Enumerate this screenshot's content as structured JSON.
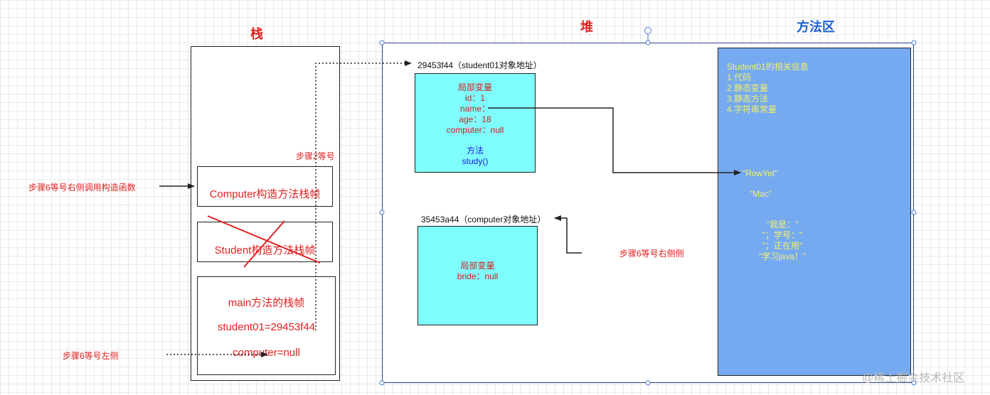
{
  "titles": {
    "stack": "栈",
    "heap": "堆",
    "method_area": "方法区"
  },
  "stack_frames": {
    "computer": "Computer构造方法栈帧",
    "student": "Student构造方法栈帧",
    "main_title": "main方法的栈帧",
    "main_student": "student01=29453f44",
    "main_computer": "computer=null"
  },
  "annotations": {
    "step6_right_call": "步骤6等号右侧调用构造函数",
    "step2_equals": "步骤2等号",
    "step6_left": "步骤6等号左侧",
    "step6_right": "步骤6等号右侧侧"
  },
  "heap": {
    "student_addr": "29453f44（student01对象地址）",
    "student_obj": {
      "local_vars": "局部变量",
      "id": "id：1",
      "name": "name：",
      "age": "age：18",
      "computer": "computer：null",
      "method_label": "方法",
      "method": "study()"
    },
    "computer_addr": "35453a44（computer对象地址）",
    "computer_obj": {
      "local_vars": "局部变量",
      "bride": "bride：null"
    }
  },
  "method_area": {
    "info_title": "Student01的相关信息",
    "info_items": [
      "1.代码",
      "2.静态变量",
      "3.静态方法",
      "4.字符串常量"
    ],
    "str_rowyet": "\"RowYet\"",
    "str_mac": "\"Mac\"",
    "strings": [
      "\"我是：\"",
      "\"；学号：\"",
      "\"；正在用\"",
      "\"学习java！\""
    ]
  },
  "watermark": "@稀土掘金技术社区",
  "colors": {
    "title_red": "#e02020",
    "title_blue": "#1a5fd0",
    "cyan_box": "#7ffcfc",
    "method_area_fill": "#75aaf0",
    "yellow_text": "#f5f06a"
  }
}
